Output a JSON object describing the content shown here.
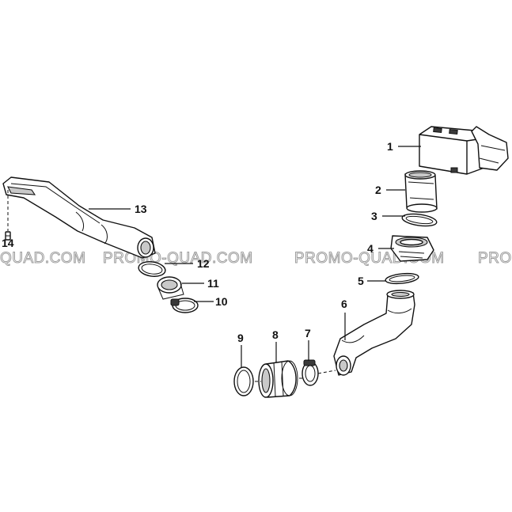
{
  "watermarks": {
    "left": "QUAD.COM",
    "center": "PROMO-QUAD.COM",
    "right_main": "PROMO-QUAD.COM",
    "right_edge": "PRO"
  },
  "callouts": [
    {
      "id": "1",
      "part": "airbox"
    },
    {
      "id": "2",
      "part": "intake-duct"
    },
    {
      "id": "3",
      "part": "gasket"
    },
    {
      "id": "4",
      "part": "adapter-flange"
    },
    {
      "id": "5",
      "part": "seal-ring"
    },
    {
      "id": "6",
      "part": "elbow-hose"
    },
    {
      "id": "7",
      "part": "hose-clamp"
    },
    {
      "id": "8",
      "part": "coupling-sleeve"
    },
    {
      "id": "9",
      "part": "clamp-band"
    },
    {
      "id": "10",
      "part": "hose-clamp"
    },
    {
      "id": "11",
      "part": "connector-ring"
    },
    {
      "id": "12",
      "part": "o-ring"
    },
    {
      "id": "13",
      "part": "snorkel-tube"
    },
    {
      "id": "14",
      "part": "fastener"
    }
  ]
}
